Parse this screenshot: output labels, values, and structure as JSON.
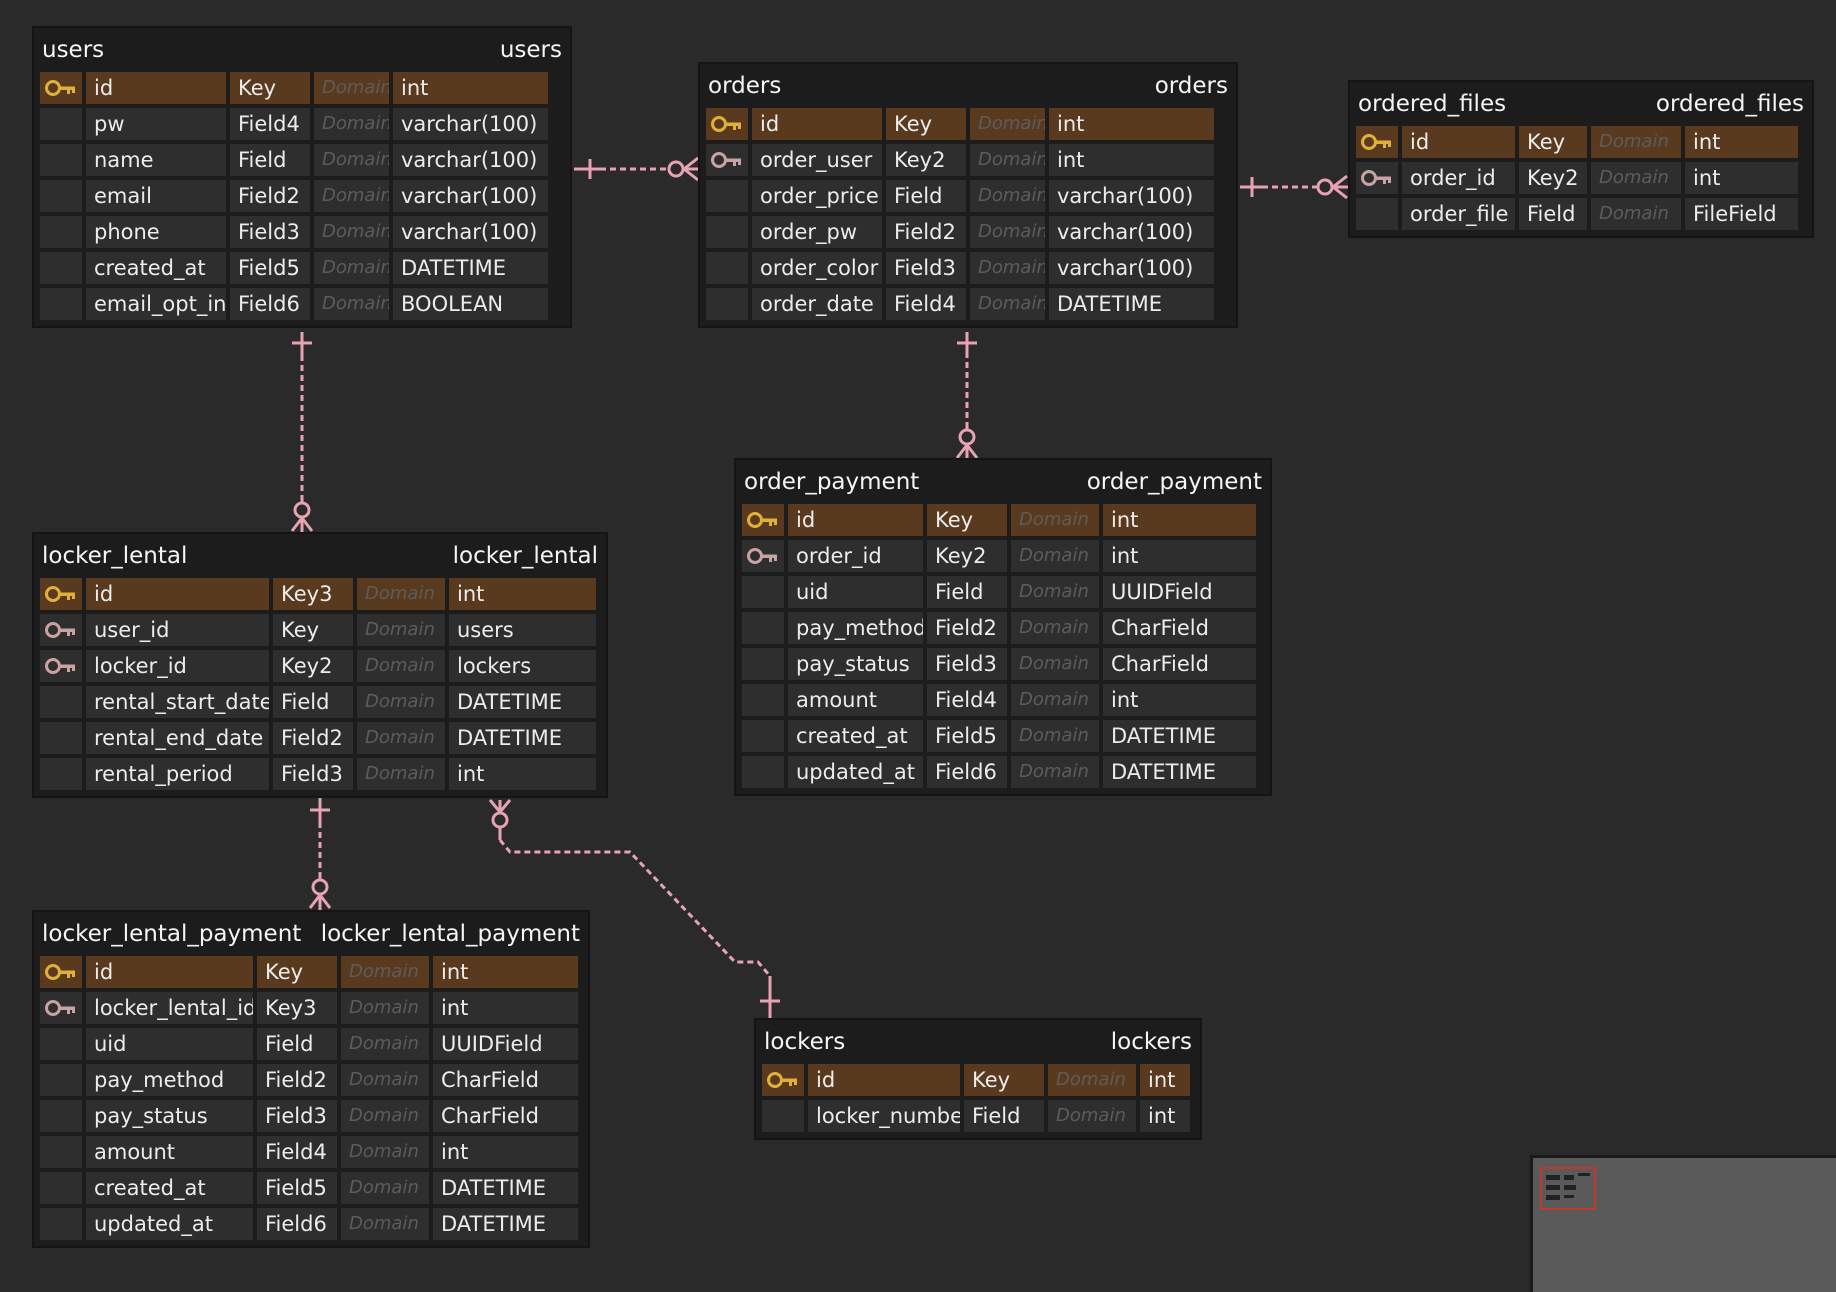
{
  "colors": {
    "background": "#2a2a2a",
    "table": "#1c1c1c",
    "cell": "#2e2e2e",
    "primary_key_row": "#5a3a1e",
    "primary_key_icon": "#e0b13a",
    "foreign_key_icon": "#c9a2a2",
    "relation_line": "#e8a3b3",
    "minimap_viewport": "#c0392b"
  },
  "domain_placeholder": "Domain",
  "tables": {
    "users": {
      "name": "users",
      "label": "users",
      "rows": [
        {
          "key": "pk",
          "field": "id",
          "stereotype": "Key",
          "type": "int"
        },
        {
          "key": "",
          "field": "pw",
          "stereotype": "Field4",
          "type": "varchar(100)"
        },
        {
          "key": "",
          "field": "name",
          "stereotype": "Field",
          "type": "varchar(100)"
        },
        {
          "key": "",
          "field": "email",
          "stereotype": "Field2",
          "type": "varchar(100)"
        },
        {
          "key": "",
          "field": "phone",
          "stereotype": "Field3",
          "type": "varchar(100)"
        },
        {
          "key": "",
          "field": "created_at",
          "stereotype": "Field5",
          "type": "DATETIME"
        },
        {
          "key": "",
          "field": "email_opt_in",
          "stereotype": "Field6",
          "type": "BOOLEAN"
        }
      ]
    },
    "orders": {
      "name": "orders",
      "label": "orders",
      "rows": [
        {
          "key": "pk",
          "field": "id",
          "stereotype": "Key",
          "type": "int"
        },
        {
          "key": "fk",
          "field": "order_user",
          "stereotype": "Key2",
          "type": "int"
        },
        {
          "key": "",
          "field": "order_price",
          "stereotype": "Field",
          "type": "varchar(100)"
        },
        {
          "key": "",
          "field": "order_pw",
          "stereotype": "Field2",
          "type": "varchar(100)"
        },
        {
          "key": "",
          "field": "order_color",
          "stereotype": "Field3",
          "type": "varchar(100)"
        },
        {
          "key": "",
          "field": "order_date",
          "stereotype": "Field4",
          "type": "DATETIME"
        }
      ]
    },
    "ordered_files": {
      "name": "ordered_files",
      "label": "ordered_files",
      "rows": [
        {
          "key": "pk",
          "field": "id",
          "stereotype": "Key",
          "type": "int"
        },
        {
          "key": "fk",
          "field": "order_id",
          "stereotype": "Key2",
          "type": "int"
        },
        {
          "key": "",
          "field": "order_file",
          "stereotype": "Field",
          "type": "FileField"
        }
      ]
    },
    "order_payment": {
      "name": "order_payment",
      "label": "order_payment",
      "rows": [
        {
          "key": "pk",
          "field": "id",
          "stereotype": "Key",
          "type": "int"
        },
        {
          "key": "fk",
          "field": "order_id",
          "stereotype": "Key2",
          "type": "int"
        },
        {
          "key": "",
          "field": "uid",
          "stereotype": "Field",
          "type": "UUIDField"
        },
        {
          "key": "",
          "field": "pay_method",
          "stereotype": "Field2",
          "type": "CharField"
        },
        {
          "key": "",
          "field": "pay_status",
          "stereotype": "Field3",
          "type": "CharField"
        },
        {
          "key": "",
          "field": "amount",
          "stereotype": "Field4",
          "type": "int"
        },
        {
          "key": "",
          "field": "created_at",
          "stereotype": "Field5",
          "type": "DATETIME"
        },
        {
          "key": "",
          "field": "updated_at",
          "stereotype": "Field6",
          "type": "DATETIME"
        }
      ]
    },
    "locker_lental": {
      "name": "locker_lental",
      "label": "locker_lental",
      "rows": [
        {
          "key": "pk",
          "field": "id",
          "stereotype": "Key3",
          "type": "int"
        },
        {
          "key": "fk",
          "field": "user_id",
          "stereotype": "Key",
          "type": "users"
        },
        {
          "key": "fk",
          "field": "locker_id",
          "stereotype": "Key2",
          "type": "lockers"
        },
        {
          "key": "",
          "field": "rental_start_date",
          "stereotype": "Field",
          "type": "DATETIME"
        },
        {
          "key": "",
          "field": "rental_end_date",
          "stereotype": "Field2",
          "type": "DATETIME"
        },
        {
          "key": "",
          "field": "rental_period",
          "stereotype": "Field3",
          "type": "int"
        }
      ]
    },
    "locker_lental_payment": {
      "name": "locker_lental_payment",
      "label": "locker_lental_payment",
      "rows": [
        {
          "key": "pk",
          "field": "id",
          "stereotype": "Key",
          "type": "int"
        },
        {
          "key": "fk",
          "field": "locker_lental_id",
          "stereotype": "Key3",
          "type": "int"
        },
        {
          "key": "",
          "field": "uid",
          "stereotype": "Field",
          "type": "UUIDField"
        },
        {
          "key": "",
          "field": "pay_method",
          "stereotype": "Field2",
          "type": "CharField"
        },
        {
          "key": "",
          "field": "pay_status",
          "stereotype": "Field3",
          "type": "CharField"
        },
        {
          "key": "",
          "field": "amount",
          "stereotype": "Field4",
          "type": "int"
        },
        {
          "key": "",
          "field": "created_at",
          "stereotype": "Field5",
          "type": "DATETIME"
        },
        {
          "key": "",
          "field": "updated_at",
          "stereotype": "Field6",
          "type": "DATETIME"
        }
      ]
    },
    "lockers": {
      "name": "lockers",
      "label": "lockers",
      "rows": [
        {
          "key": "pk",
          "field": "id",
          "stereotype": "Key",
          "type": "int"
        },
        {
          "key": "",
          "field": "locker_number",
          "stereotype": "Field",
          "type": "int"
        }
      ]
    }
  },
  "relations": [
    {
      "from": "users",
      "to": "orders",
      "kind": "one-to-many"
    },
    {
      "from": "orders",
      "to": "ordered_files",
      "kind": "one-to-many"
    },
    {
      "from": "orders",
      "to": "order_payment",
      "kind": "one-to-many"
    },
    {
      "from": "users",
      "to": "locker_lental",
      "kind": "one-to-many"
    },
    {
      "from": "locker_lental",
      "to": "locker_lental_payment",
      "kind": "one-to-many"
    },
    {
      "from": "lockers",
      "to": "locker_lental",
      "kind": "one-to-many"
    }
  ]
}
